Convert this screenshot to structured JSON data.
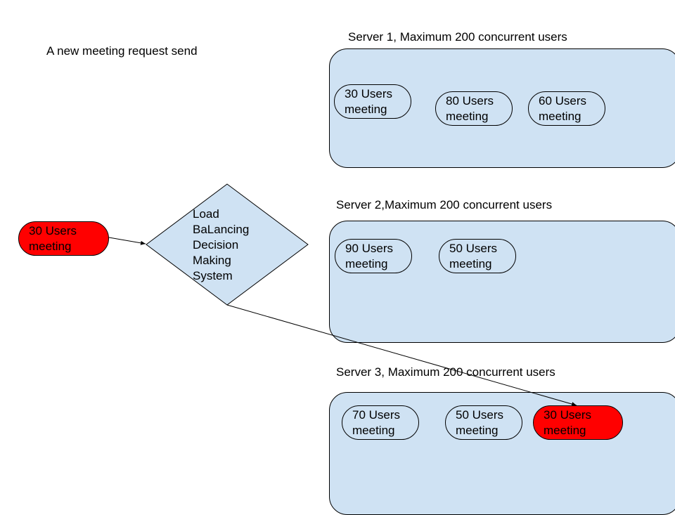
{
  "request_label": "A new meeting request send",
  "new_meeting": {
    "line1": "30 Users",
    "line2": "meeting"
  },
  "decision": {
    "lines": [
      "Load",
      "BaLancing",
      "Decision",
      "Making",
      "System"
    ]
  },
  "servers": [
    {
      "title": "Server 1, Maximum 200 concurrent users",
      "meetings": [
        {
          "line1": "30 Users",
          "line2": "meeting"
        },
        {
          "line1": "80 Users",
          "line2": "meeting"
        },
        {
          "line1": "60 Users",
          "line2": "meeting"
        }
      ]
    },
    {
      "title": "Server 2,Maximum 200 concurrent  users",
      "meetings": [
        {
          "line1": "90 Users",
          "line2": "meeting"
        },
        {
          "line1": "50 Users",
          "line2": "meeting"
        }
      ]
    },
    {
      "title": "Server 3, Maximum 200 concurrent users",
      "meetings": [
        {
          "line1": "70 Users",
          "line2": "meeting"
        },
        {
          "line1": "50 Users",
          "line2": "meeting"
        },
        {
          "line1": "30 Users",
          "line2": "meeting"
        }
      ]
    }
  ],
  "colors": {
    "server_fill": "#cfe2f3",
    "diamond_fill": "#cfe2f3",
    "highlight": "#ff0000",
    "stroke": "#000000"
  }
}
